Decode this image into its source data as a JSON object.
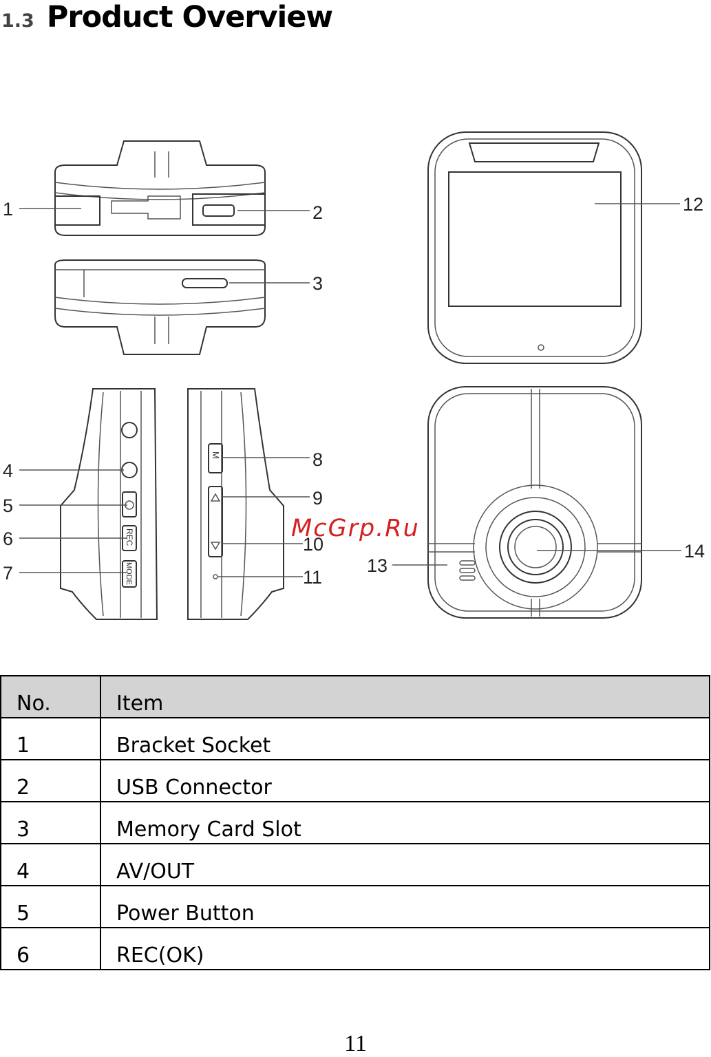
{
  "heading": {
    "number": "1.3",
    "title": "Product Overview"
  },
  "callouts": [
    "1",
    "2",
    "3",
    "4",
    "5",
    "6",
    "7",
    "8",
    "9",
    "10",
    "11",
    "12",
    "13",
    "14"
  ],
  "device_labels": {
    "btn_rec": "REC",
    "btn_mode": "MODE",
    "btn_m": "M"
  },
  "watermark": "McGrp.Ru",
  "table": {
    "headers": [
      "No.",
      "Item"
    ],
    "rows": [
      [
        "1",
        "Bracket Socket"
      ],
      [
        "2",
        "USB Connector"
      ],
      [
        "3",
        "Memory Card Slot"
      ],
      [
        "4",
        "AV/OUT"
      ],
      [
        "5",
        "Power Button"
      ],
      [
        "6",
        "REC(OK)"
      ]
    ]
  },
  "page_number": "11",
  "colors": {
    "watermark": "#d62020",
    "header_bg": "#d3d3d3"
  }
}
